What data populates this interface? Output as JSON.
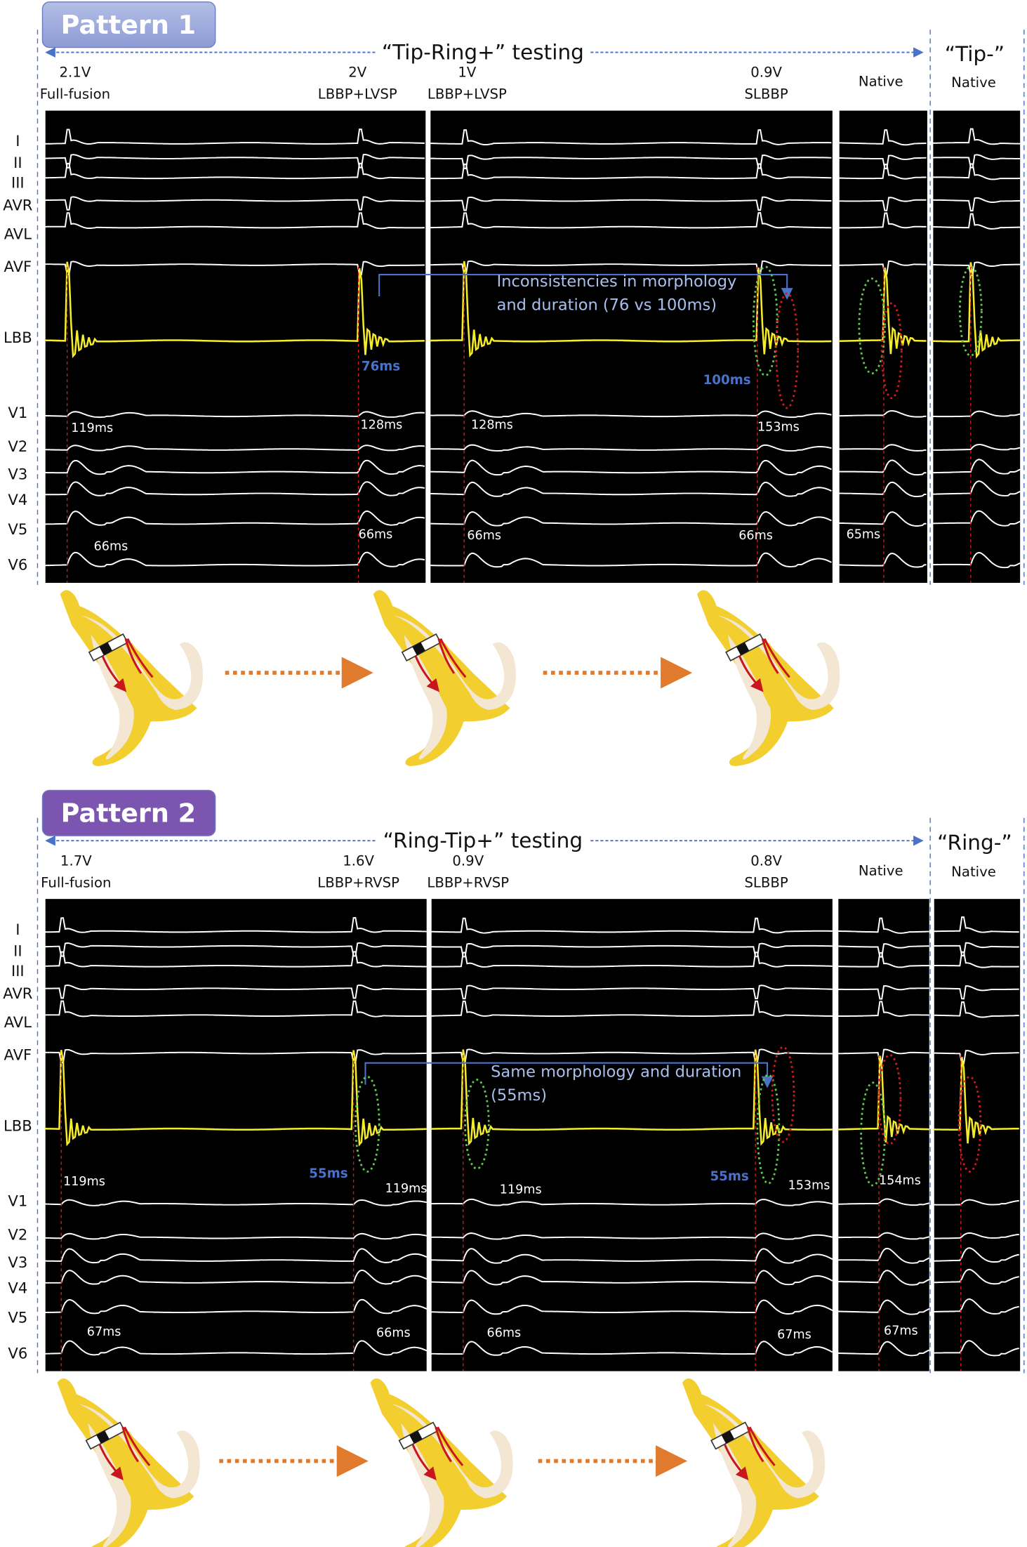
{
  "colors": {
    "trace": "#ffffff",
    "lbb_trace": "#f5ec2a",
    "panel": "#000000",
    "guide": "#4a72c8",
    "marker_red": "#d11a1a",
    "green_ellipse": "#5fc84a",
    "arrow_orange": "#e07b2e",
    "pattern1_badge": "#98a6da",
    "pattern2_badge": "#7b55b0"
  },
  "leads": [
    "I",
    "II",
    "III",
    "AVR",
    "AVL",
    "AVF",
    "LBB",
    "V1",
    "V2",
    "V3",
    "V4",
    "V5",
    "V6"
  ],
  "patterns": [
    {
      "badge": "Pattern 1",
      "testing_label": "“Tip-Ring+” testing",
      "unipolar_label": "“Tip-”",
      "columns": [
        {
          "voltage": "2.1V",
          "capture": "Full-fusion"
        },
        {
          "voltage": "2V",
          "capture": "LBBP+LVSP"
        },
        {
          "voltage": "1V",
          "capture": "LBBP+LVSP"
        },
        {
          "voltage": "0.9V",
          "capture": "SLBBP"
        },
        {
          "voltage": "",
          "capture": "Native"
        },
        {
          "voltage": "",
          "capture": "Native"
        }
      ],
      "measurements": [
        "119ms",
        "128ms",
        "128ms",
        "153ms",
        "66ms",
        "66ms",
        "66ms",
        "66ms",
        "65ms"
      ],
      "intervals": [
        "76ms",
        "100ms"
      ],
      "annotation": [
        "Inconsistencies in morphology",
        "and duration (76 vs 100ms)"
      ]
    },
    {
      "badge": "Pattern 2",
      "testing_label": "“Ring-Tip+” testing",
      "unipolar_label": "“Ring-”",
      "columns": [
        {
          "voltage": "1.7V",
          "capture": "Full-fusion"
        },
        {
          "voltage": "1.6V",
          "capture": "LBBP+RVSP"
        },
        {
          "voltage": "0.9V",
          "capture": "LBBP+RVSP"
        },
        {
          "voltage": "0.8V",
          "capture": "SLBBP"
        },
        {
          "voltage": "",
          "capture": "Native"
        },
        {
          "voltage": "",
          "capture": "Native"
        }
      ],
      "measurements": [
        "119ms",
        "119ms",
        "119ms",
        "153ms",
        "154ms",
        "67ms",
        "66ms",
        "66ms",
        "67ms",
        "67ms"
      ],
      "intervals": [
        "55ms",
        "55ms"
      ],
      "annotation": [
        "Same morphology and duration",
        "(55ms)"
      ]
    }
  ]
}
